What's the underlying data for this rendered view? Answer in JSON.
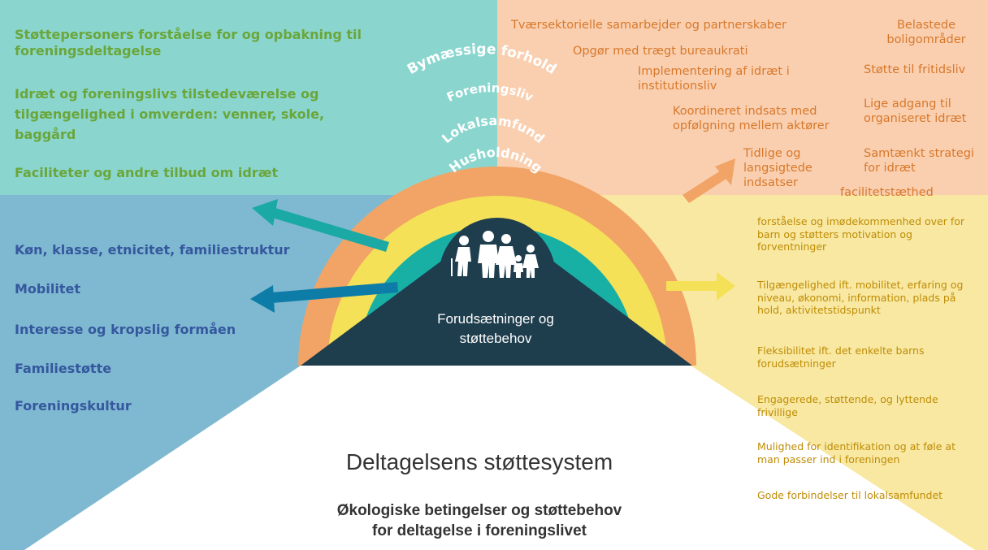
{
  "colors": {
    "teal_bg": "#8ad6cf",
    "blue_bg": "#7fb9d1",
    "peach_bg": "#f9cfb0",
    "yellow_bg": "#f8e8a2",
    "ring_orange": "#f1a465",
    "ring_yellow": "#f4e158",
    "ring_teal": "#18afa5",
    "ring_blue": "#0b84a4",
    "core_dark": "#1e3d4d",
    "label_green": "#6aa639",
    "label_blue": "#35579e",
    "label_orange": "#d8782a",
    "label_gold": "#bf8c05"
  },
  "rings": {
    "outer": "Bymæssige forhold",
    "second": "Foreningsliv",
    "third": "Lokalsamfund",
    "inner": "Husholdning"
  },
  "center": {
    "icon": "family-icon",
    "label_line1": "Forudsætninger og",
    "label_line2": "støttebehov"
  },
  "top_left_items": [
    "Støttepersoners forståelse for og opbakning til foreningsdeltagelse",
    "Idræt og foreningslivs tilstedeværelse og tilgængelighed i omverden: venner, skole, baggård",
    "Faciliteter og andre tilbud om idræt"
  ],
  "left_items": [
    "Køn, klasse, etnicitet, familiestruktur",
    "Mobilitet",
    "Interesse og kropslig formåen",
    "Familiestøtte",
    "Foreningskultur"
  ],
  "top_right_items": [
    "Tværsektorielle samarbejder og partnerskaber",
    "Belastede boligområder",
    "Opgør med trægt bureaukrati",
    "Implementering af idræt i institutionsliv",
    "Støtte til fritidsliv",
    "Lige adgang til organiseret idræt",
    "Koordineret indsats med opfølgning mellem aktører",
    "Tidlige og langsigtede indsatser",
    "Samtænkt strategi for idræt",
    "facilitetstæthed"
  ],
  "right_items": [
    "forståelse og imødekommenhed over for barn og støtters motivation og forventninger",
    "Tilgængelighed ift. mobilitet, erfaring og niveau, økonomi, information, plads på hold, aktivitetstidspunkt",
    "Fleksibilitet ift. det enkelte barns forudsætninger",
    "Engagerede, støttende, og lyttende frivillige",
    "Mulighed for identifikation og at føle at man passer ind i foreningen",
    "Gode forbindelser til lokalsamfundet"
  ],
  "title": "Deltagelsens støttesystem",
  "subtitle_line1": "Økologiske betingelser og støttebehov",
  "subtitle_line2": "for deltagelse i foreningslivet"
}
